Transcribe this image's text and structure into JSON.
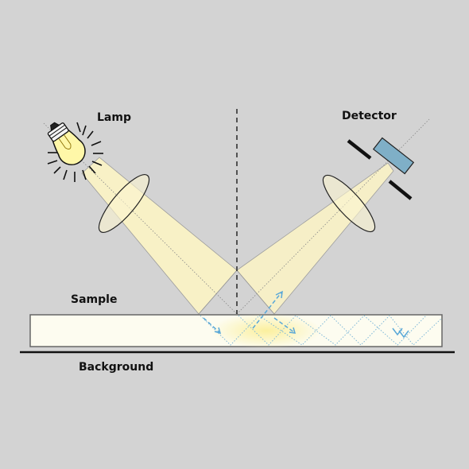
{
  "labels": {
    "lamp": "Lamp",
    "detector": "Detector",
    "sample": "Sample",
    "background": "Background"
  },
  "colors": {
    "background": "#d3d3d3",
    "beam": "#faf3c6",
    "bulb": "#fff7a8",
    "detector": "#7fafc7",
    "ray": "#5aa8d8",
    "sample": "#fdfcf0"
  },
  "icons": [
    "lamp-icon",
    "detector-icon"
  ]
}
